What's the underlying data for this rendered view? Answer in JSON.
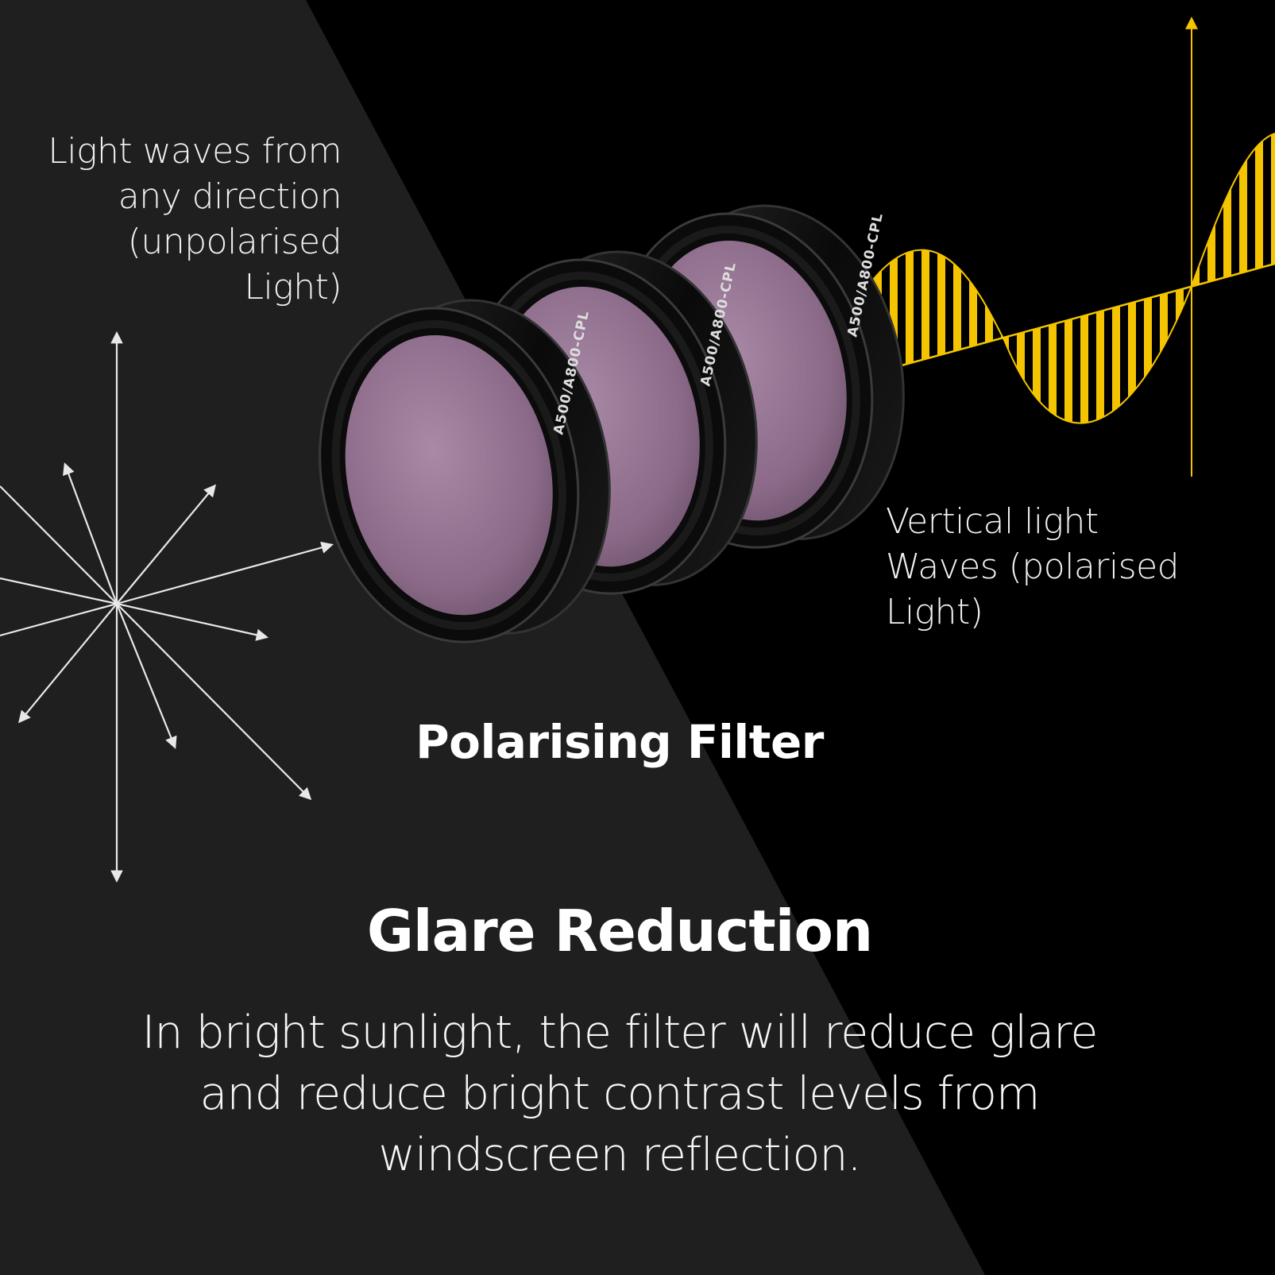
{
  "labels": {
    "unpolarised": [
      "Light waves from",
      "any direction",
      "(unpolarised Light)"
    ],
    "polarised": [
      "Vertical light",
      "Waves (polarised Light)"
    ],
    "filter": "Polarising Filter"
  },
  "lens_engraving": "A500/A800-CPL",
  "headline": "Glare Reduction",
  "body": [
    "In bright sunlight, the filter will reduce glare",
    "and reduce bright contrast levels from",
    "windscreen reflection."
  ],
  "colors": {
    "background_dark": "#000000",
    "background_panel": "#1f1f1f",
    "wave_yellow": "#f5c400",
    "lens_glass": "#8e6e8c",
    "lens_ring": "#0b0b0b",
    "text": "#ffffff"
  },
  "icons": {
    "ray_burst": "unpolarised-light-rays-icon",
    "wave": "polarised-sine-wave-icon"
  }
}
